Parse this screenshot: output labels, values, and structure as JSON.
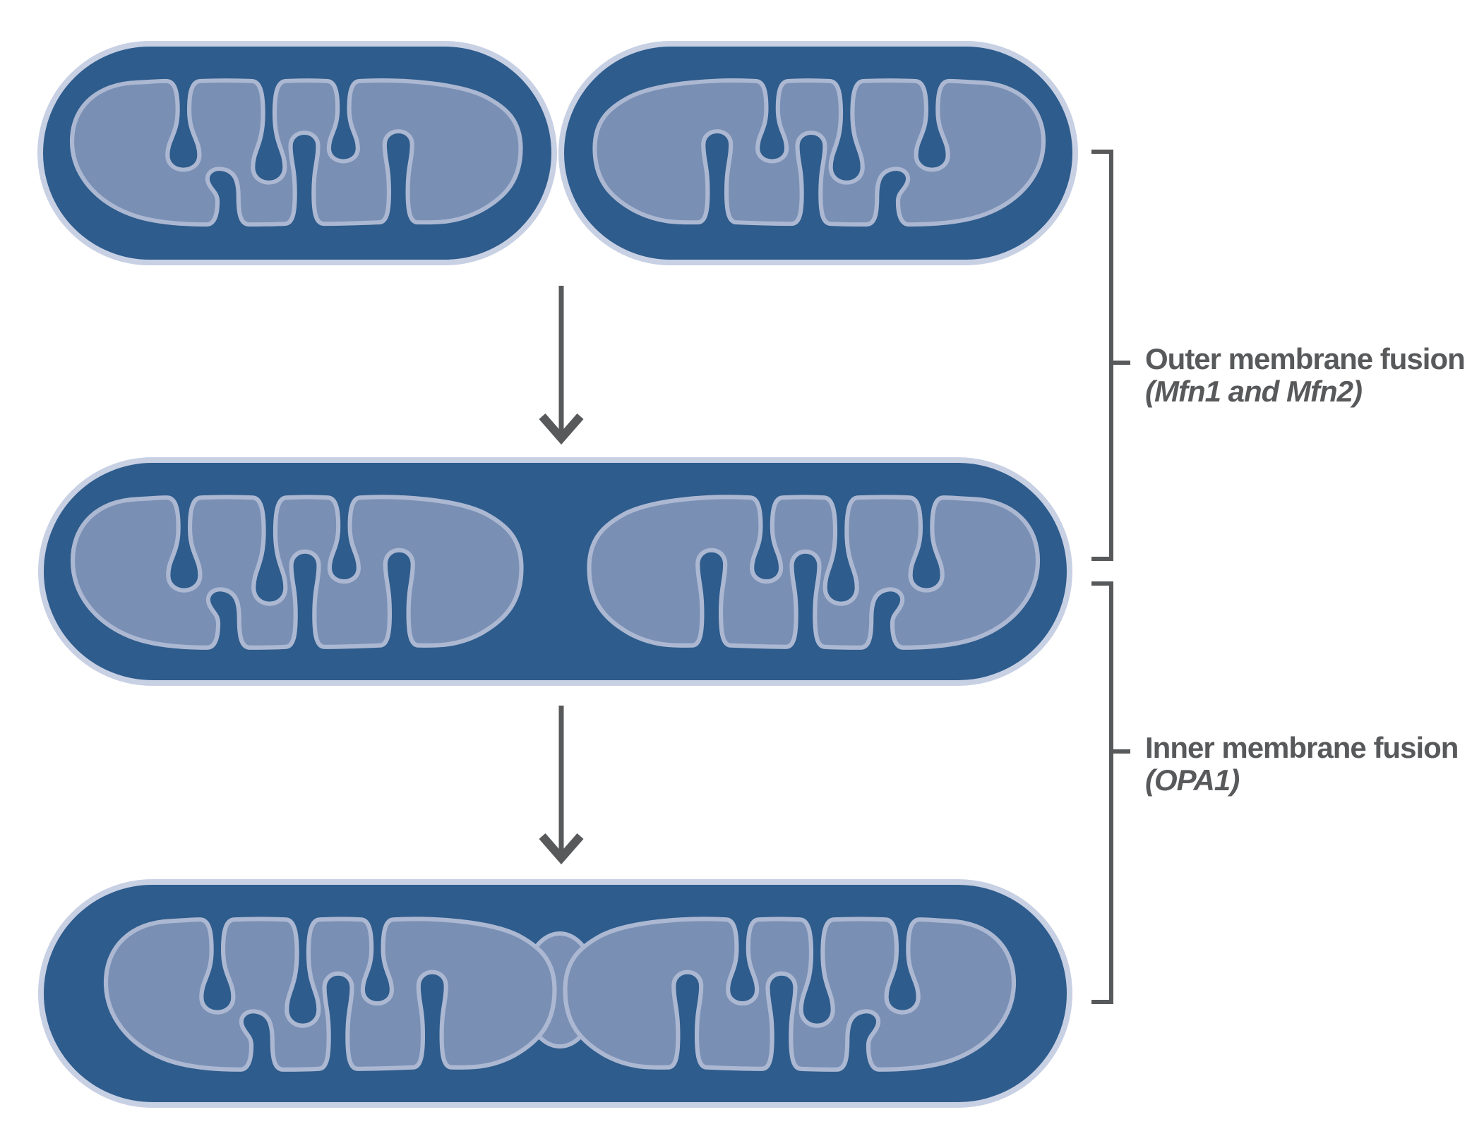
{
  "annotations": {
    "outer_fusion": {
      "line1": "Outer membrane fusion",
      "line2": "(Mfn1 and Mfn2)"
    },
    "inner_fusion": {
      "line1": "Inner membrane fusion",
      "line2": "(OPA1)"
    }
  },
  "colors": {
    "background": "#ffffff",
    "outer_membrane_fill": "#2e5c8c",
    "outer_membrane_stroke": "#c8d0e4",
    "inner_membrane_fill": "#7a8fb4",
    "inner_membrane_stroke": "#acb8d2",
    "annotation_gray": "#58595b"
  }
}
